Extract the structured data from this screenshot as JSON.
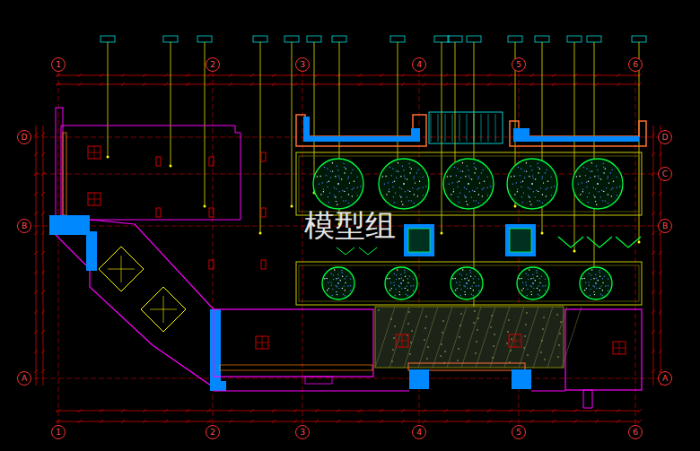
{
  "diagram": {
    "nodes": [
      {
        "text": [
          "1"
        ]
      },
      {
        "text": [
          "2"
        ]
      },
      {
        "text": [
          "3"
        ]
      },
      {
        "text": [
          "4"
        ]
      },
      {
        "text": [
          "5"
        ]
      },
      {
        "text": [
          "6"
        ]
      },
      {
        "text": [
          "1"
        ]
      },
      {
        "text": [
          "2"
        ]
      },
      {
        "text": [
          "3"
        ]
      },
      {
        "text": [
          "4"
        ]
      },
      {
        "text": [
          "5"
        ]
      },
      {
        "text": [
          "6"
        ]
      },
      {
        "text": [
          "D"
        ]
      },
      {
        "text": [
          "B"
        ]
      },
      {
        "text": [
          "A"
        ]
      },
      {
        "text": [
          "D"
        ]
      },
      {
        "text": [
          "C"
        ]
      },
      {
        "text": [
          "B"
        ]
      },
      {
        "text": [
          "A"
        ]
      }
    ],
    "labels": [
      "模型组"
    ]
  }
}
